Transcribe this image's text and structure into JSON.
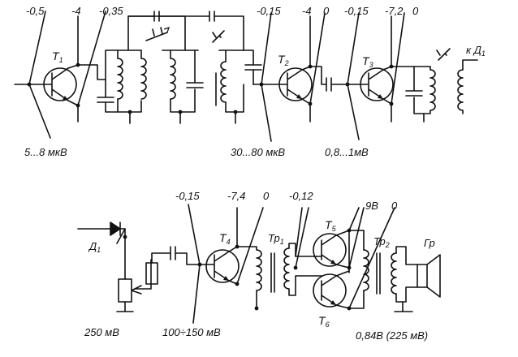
{
  "top": {
    "voltages": [
      "-0,5",
      "-4",
      "-0,35",
      "-0,15",
      "-4",
      "0",
      "-0,15",
      "-7,2",
      "0"
    ],
    "t1": {
      "name": "T",
      "sub": "1"
    },
    "t2": {
      "name": "T",
      "sub": "2"
    },
    "t3": {
      "name": "T",
      "sub": "3"
    },
    "kd1": {
      "name": "к Д",
      "sub": "1"
    },
    "signals": [
      "5...8 мкВ",
      "30...80 мкВ",
      "0,8...1мВ"
    ]
  },
  "bottom": {
    "voltages": [
      "-0,15",
      "-7,4",
      "0",
      "-0,12",
      "9В",
      "0"
    ],
    "d1": {
      "name": "Д",
      "sub": "1"
    },
    "t4": {
      "name": "Т",
      "sub": "4"
    },
    "t5": {
      "name": "Т",
      "sub": "5"
    },
    "t6": {
      "name": "Т",
      "sub": "6"
    },
    "tr1": {
      "name": "Тр",
      "sub": "1"
    },
    "tr2": {
      "name": "Тр",
      "sub": "2"
    },
    "gr": "Гр",
    "signals": [
      "250 мВ",
      "100÷150 мВ",
      "0,84В (225 мВ)"
    ]
  }
}
